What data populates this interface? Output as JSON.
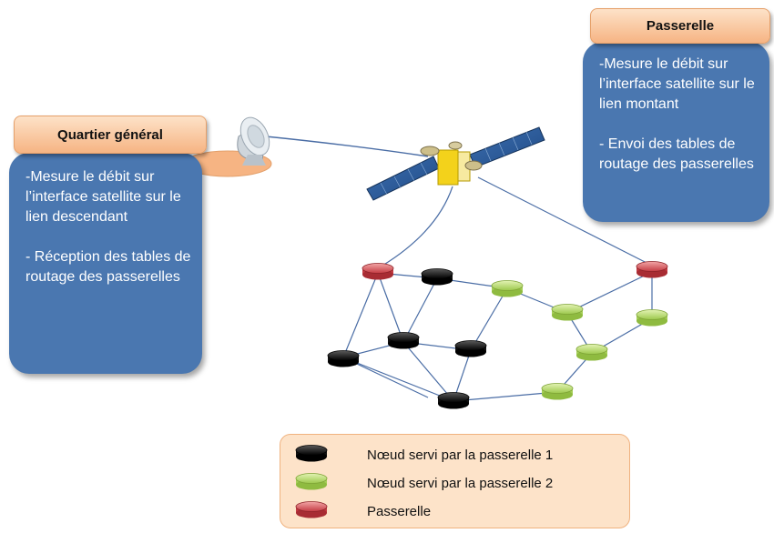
{
  "headquarters": {
    "title": "Quartier général",
    "line1": "-Mesure le débit sur l’interface satellite sur le lien descendant",
    "line2": "- Réception des tables de routage des passerelles"
  },
  "gateway": {
    "title": "Passerelle",
    "line1": "-Mesure le débit sur l’interface satellite sur le lien montant",
    "line2": "- Envoi des tables de routage des passerelles"
  },
  "legend": {
    "items": [
      {
        "label": "Nœud servi par la passerelle 1",
        "color": "#111111"
      },
      {
        "label": "Nœud servi par la passerelle 2",
        "color": "#b8d96a"
      },
      {
        "label": "Passerelle",
        "color": "#d9535a"
      }
    ]
  },
  "colors": {
    "box_blue": "#4a77b0",
    "tab_orange": "#f6b483",
    "node_black": "#111111",
    "node_green": "#b8d96a",
    "node_red": "#d9535a"
  }
}
